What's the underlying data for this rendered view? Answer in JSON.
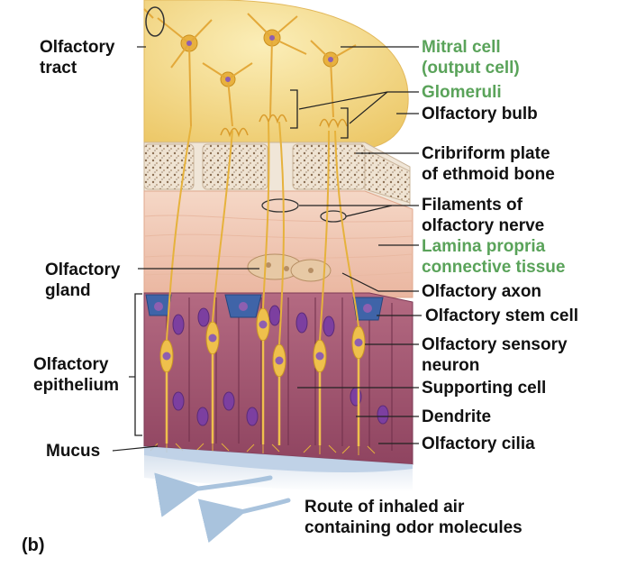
{
  "figure": {
    "panel_letter": "(b)",
    "colors": {
      "bulb": "#f0d27a",
      "tissue": "#f2c8b4",
      "epithelium": "#a1516b",
      "stem_cell": "#3f64a8",
      "neuron": "#efc04c",
      "nucleus": "#8e5fb0",
      "accent_label": "#5aa35a",
      "bone": "#e9dccb",
      "air": "#a9c3dd"
    },
    "labels": {
      "olfactory_tract": [
        "Olfactory",
        "tract"
      ],
      "mitral_cell": [
        "Mitral cell",
        "(output cell)"
      ],
      "glomeruli": "Glomeruli",
      "olfactory_bulb": "Olfactory bulb",
      "cribriform_plate": [
        "Cribriform plate",
        "of ethmoid bone"
      ],
      "filaments": [
        "Filaments of",
        "olfactory nerve"
      ],
      "lamina_propria": [
        "Lamina propria",
        "connective tissue"
      ],
      "olfactory_gland": [
        "Olfactory",
        "gland"
      ],
      "olfactory_axon": "Olfactory axon",
      "stem_cell": "Olfactory stem cell",
      "sensory_neuron": [
        "Olfactory sensory",
        "neuron"
      ],
      "olfactory_epithelium": [
        "Olfactory",
        "epithelium"
      ],
      "supporting_cell": "Supporting cell",
      "dendrite": "Dendrite",
      "mucus": "Mucus",
      "olfactory_cilia": "Olfactory cilia",
      "route": [
        "Route of inhaled air",
        "containing odor molecules"
      ]
    }
  }
}
